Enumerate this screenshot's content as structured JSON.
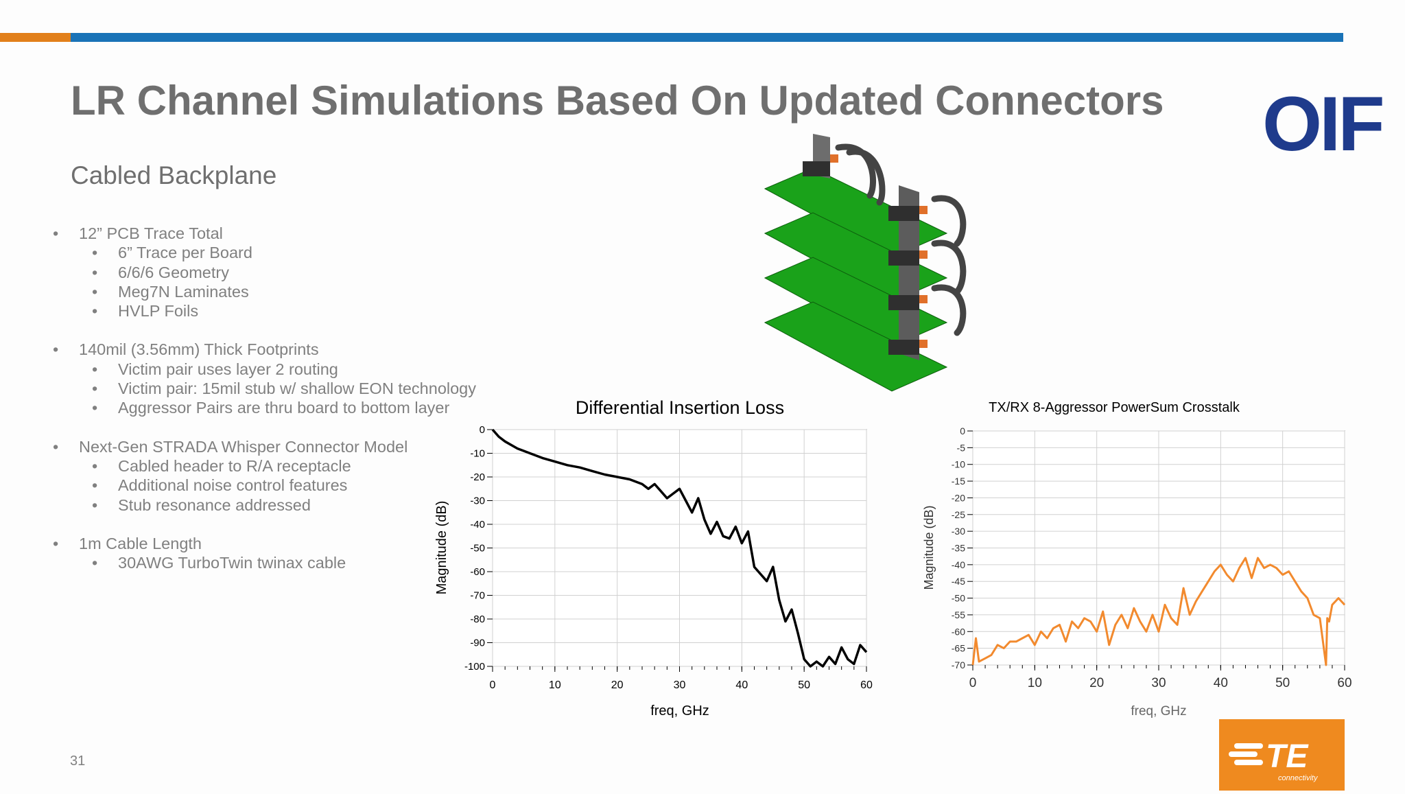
{
  "slide": {
    "title": "LR Channel Simulations Based On Updated Connectors",
    "subtitle": "Cabled Backplane",
    "page_number": "31",
    "logo_oif": "OIF",
    "logo_te": "TE",
    "logo_te_sub": "connectivity",
    "colors": {
      "orange": "#e2801b",
      "blue": "#1a73b7",
      "oif_navy": "#1f3b8c",
      "te_orange": "#ef8a1f",
      "pcb_green": "#1aa21a"
    },
    "bullets": [
      {
        "text": "12” PCB Trace Total",
        "sub": [
          "6” Trace per Board",
          "6/6/6 Geometry",
          "Meg7N Laminates",
          "HVLP Foils"
        ]
      },
      {
        "text": "140mil (3.56mm) Thick Footprints",
        "sub": [
          "Victim pair uses layer 2 routing",
          "Victim pair: 15mil stub w/ shallow EON technology",
          "Aggressor Pairs are thru board to bottom layer"
        ]
      },
      {
        "text": "Next-Gen STRADA Whisper Connector Model",
        "sub": [
          "Cabled header to R/A receptacle",
          "Additional noise control features",
          "Stub resonance addressed"
        ]
      },
      {
        "text": "1m Cable Length",
        "sub": [
          "30AWG TurboTwin twinax cable"
        ]
      }
    ]
  },
  "chart_data": [
    {
      "type": "line",
      "title": "Differential Insertion Loss",
      "xlabel": "freq, GHz",
      "ylabel": "Magnitude (dB)",
      "xlim": [
        0,
        60
      ],
      "ylim": [
        -100,
        0
      ],
      "xticks": [
        0,
        10,
        20,
        30,
        40,
        50,
        60
      ],
      "yticks": [
        0,
        -10,
        -20,
        -30,
        -40,
        -50,
        -60,
        -70,
        -80,
        -90,
        -100
      ],
      "grid": true,
      "color": "#000000",
      "x": [
        0,
        1,
        2,
        4,
        6,
        8,
        10,
        12,
        14,
        16,
        18,
        20,
        22,
        24,
        25,
        26,
        27,
        28,
        29,
        30,
        31,
        32,
        33,
        34,
        35,
        36,
        37,
        38,
        39,
        40,
        41,
        42,
        43,
        44,
        45,
        46,
        47,
        48,
        49,
        50,
        51,
        52,
        53,
        54,
        55,
        56,
        57,
        58,
        59,
        60
      ],
      "y": [
        0,
        -3,
        -5,
        -8,
        -10,
        -12,
        -13.5,
        -15,
        -16,
        -17.5,
        -19,
        -20,
        -21,
        -23,
        -25,
        -23,
        -26,
        -29,
        -27,
        -25,
        -30,
        -35,
        -29,
        -38,
        -44,
        -39,
        -45,
        -46,
        -41,
        -48,
        -43,
        -58,
        -61,
        -64,
        -58,
        -72,
        -81,
        -76,
        -86,
        -97,
        -100,
        -98,
        -100,
        -96,
        -99,
        -92,
        -97,
        -99,
        -91,
        -94
      ]
    },
    {
      "type": "line",
      "title": "TX/RX 8-Aggressor PowerSum Crosstalk",
      "xlabel": "freq, GHz",
      "ylabel": "Magnitude (dB)",
      "xlim": [
        0,
        60
      ],
      "ylim": [
        -70,
        0
      ],
      "xticks": [
        0,
        10,
        20,
        30,
        40,
        50,
        60
      ],
      "yticks": [
        0,
        -5,
        -10,
        -15,
        -20,
        -25,
        -30,
        -35,
        -40,
        -45,
        -50,
        -55,
        -60,
        -65,
        -70
      ],
      "grid": true,
      "color": "#f28a2e",
      "x": [
        0,
        0.5,
        1,
        2,
        3,
        4,
        5,
        6,
        7,
        8,
        9,
        10,
        11,
        12,
        13,
        14,
        15,
        16,
        17,
        18,
        19,
        20,
        21,
        22,
        23,
        24,
        25,
        26,
        27,
        28,
        29,
        30,
        31,
        32,
        33,
        34,
        35,
        36,
        37,
        38,
        39,
        40,
        41,
        42,
        43,
        44,
        45,
        46,
        47,
        48,
        49,
        50,
        51,
        52,
        53,
        54,
        55,
        56,
        57,
        57.2,
        57.5,
        58,
        59,
        60
      ],
      "y": [
        -70,
        -62,
        -69,
        -68,
        -67,
        -64,
        -65,
        -63,
        -63,
        -62,
        -61,
        -64,
        -60,
        -62,
        -59,
        -58,
        -63,
        -57,
        -59,
        -56,
        -57,
        -60,
        -54,
        -64,
        -58,
        -55,
        -59,
        -53,
        -57,
        -60,
        -55,
        -60,
        -52,
        -56,
        -58,
        -47,
        -55,
        -51,
        -48,
        -45,
        -42,
        -40,
        -43,
        -45,
        -41,
        -38,
        -44,
        -38,
        -41,
        -40,
        -41,
        -43,
        -42,
        -45,
        -48,
        -50,
        -55,
        -56,
        -70,
        -56,
        -57,
        -52,
        -50,
        -52
      ]
    }
  ]
}
